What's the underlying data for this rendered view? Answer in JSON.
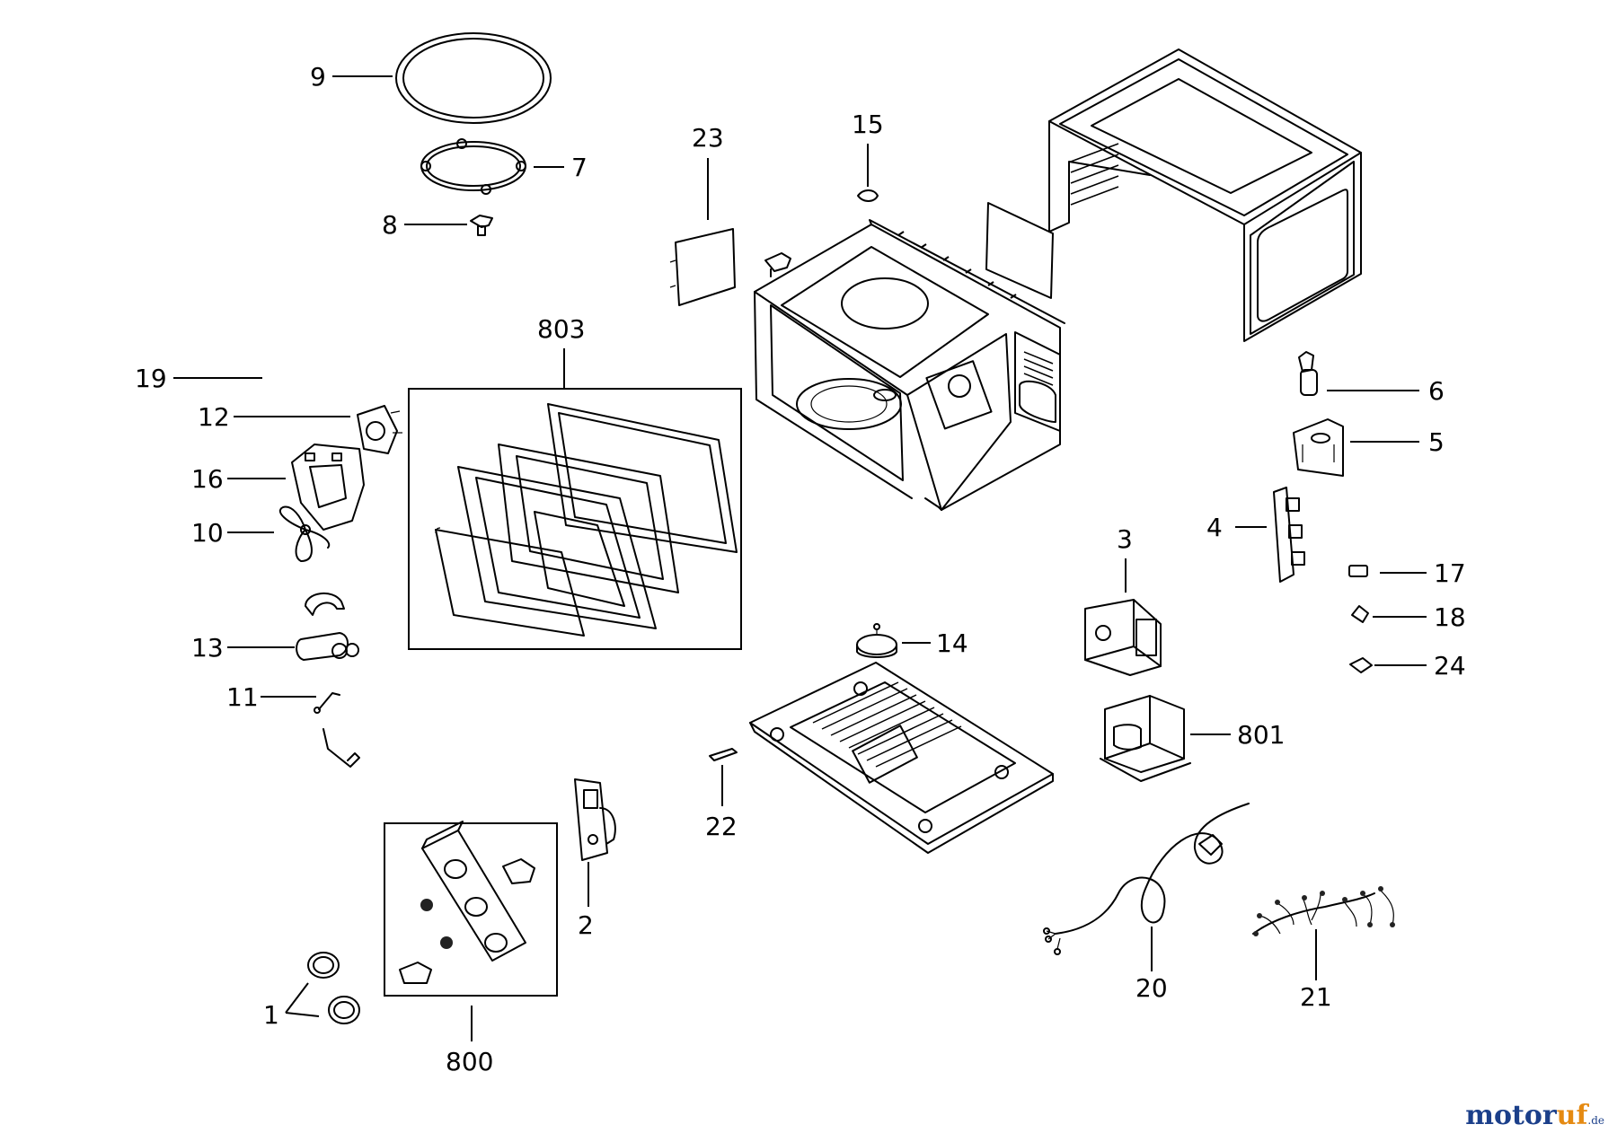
{
  "labels": {
    "l1": "1",
    "l2": "2",
    "l3": "3",
    "l4": "4",
    "l5": "5",
    "l6": "6",
    "l7": "7",
    "l8": "8",
    "l9": "9",
    "l10": "10",
    "l11": "11",
    "l12": "12",
    "l13": "13",
    "l14": "14",
    "l15": "15",
    "l16": "16",
    "l17": "17",
    "l18": "18",
    "l19": "19",
    "l20": "20",
    "l21": "21",
    "l22": "22",
    "l23": "23",
    "l24": "24",
    "l800": "800",
    "l801": "801",
    "l803": "803"
  },
  "brand": {
    "part1": "motor",
    "part2": "uf",
    "part3": ".de"
  },
  "colors": {
    "brand_blue": "#1b3f8a",
    "brand_orange": "#e58a12"
  }
}
